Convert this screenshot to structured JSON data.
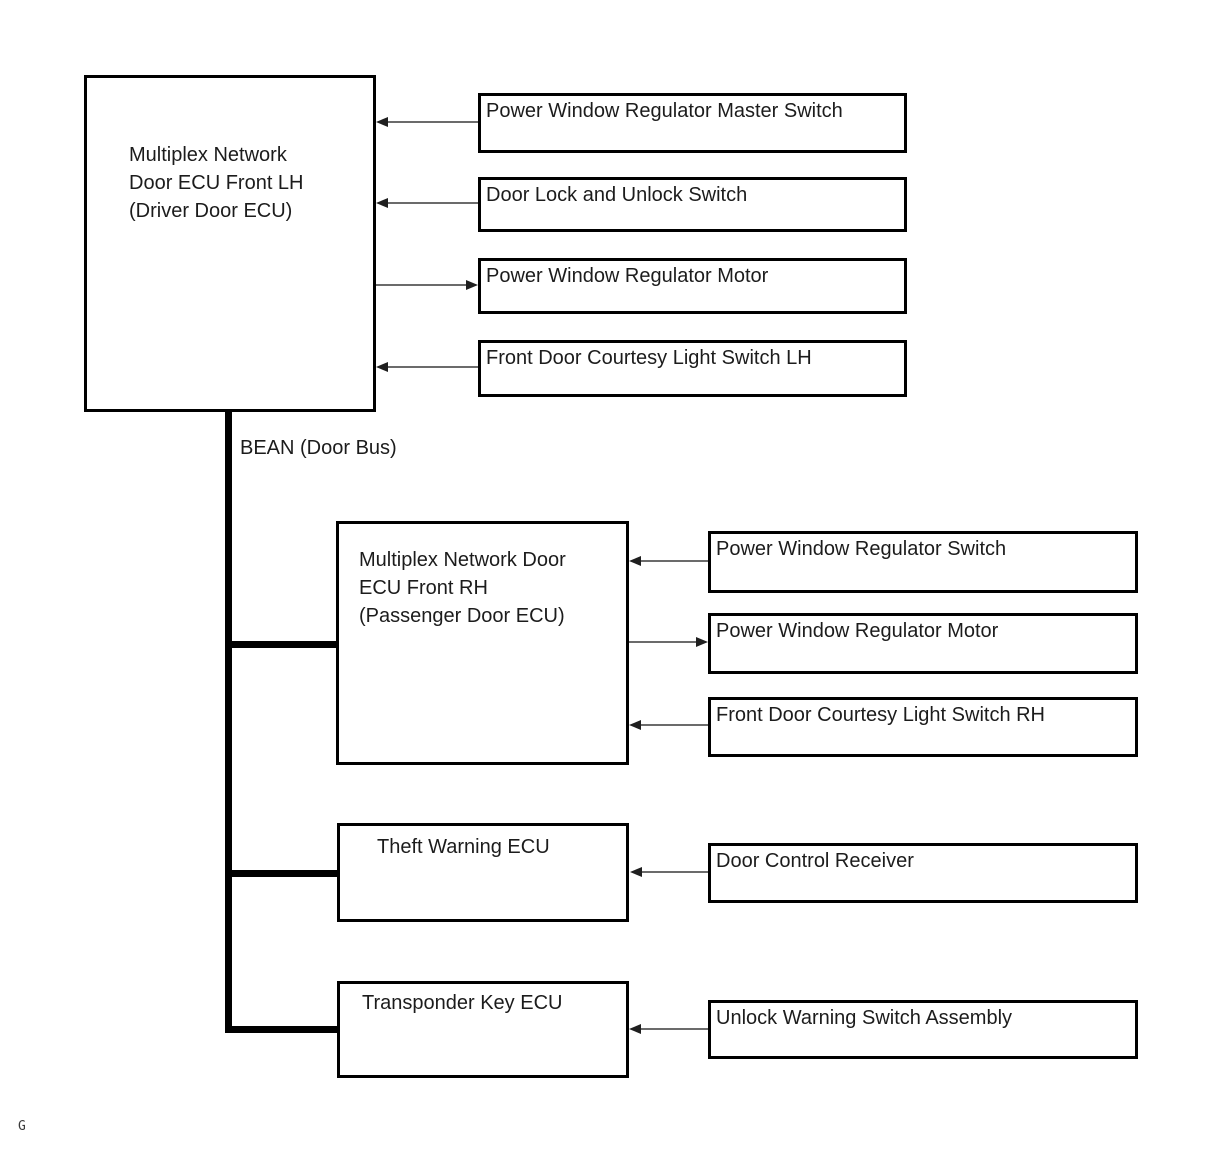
{
  "diagram": {
    "title_hint": "BEAN door bus multiplex network block diagram",
    "bus_label": "BEAN (Door Bus)",
    "corner_mark": "G",
    "colors": {
      "background": "#ffffff",
      "box_border": "#000000",
      "bus_line": "#000000",
      "connector_line": "#6b6b6b",
      "arrowhead": "#1f1f1f",
      "text": "#1c1c1c"
    },
    "ecus": {
      "driver": {
        "line1": "Multiplex Network",
        "line2": "Door ECU Front LH",
        "line3": "(Driver Door ECU)"
      },
      "passenger": {
        "line1": "Multiplex Network Door",
        "line2": "ECU Front RH",
        "line3": "(Passenger Door ECU)"
      },
      "theft": {
        "label": "Theft Warning ECU"
      },
      "transponder": {
        "label": "Transponder Key ECU"
      }
    },
    "peripherals": {
      "driver": [
        {
          "label": "Power Window Regulator Master Switch",
          "signal": "to-ecu"
        },
        {
          "label": "Door Lock and Unlock Switch",
          "signal": "to-ecu"
        },
        {
          "label": "Power Window Regulator Motor",
          "signal": "to-peripheral"
        },
        {
          "label": "Front Door Courtesy Light Switch LH",
          "signal": "to-ecu"
        }
      ],
      "passenger": [
        {
          "label": "Power Window Regulator Switch",
          "signal": "to-ecu"
        },
        {
          "label": "Power Window Regulator Motor",
          "signal": "to-peripheral"
        },
        {
          "label": "Front Door Courtesy Light Switch RH",
          "signal": "to-ecu"
        }
      ],
      "theft": [
        {
          "label": "Door Control Receiver",
          "signal": "to-ecu"
        }
      ],
      "transponder": [
        {
          "label": "Unlock Warning Switch Assembly",
          "signal": "to-ecu"
        }
      ]
    }
  }
}
